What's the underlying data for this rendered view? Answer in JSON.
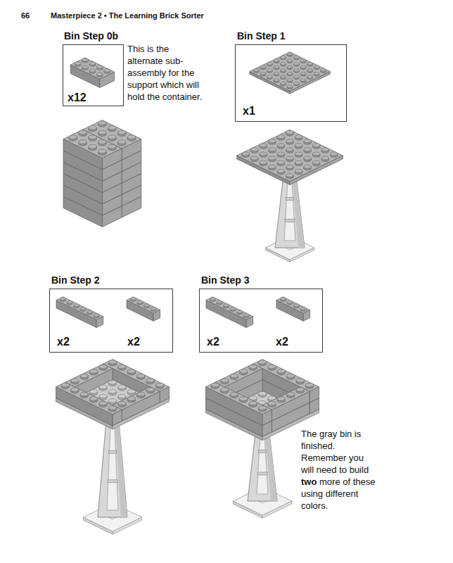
{
  "diagram": {
    "title": "Masterpiece 2 • The Learning Brick Sorter",
    "nodes": [
      {
        "text": [
          "Bin Step 0b",
          "x12"
        ]
      },
      {
        "text": [
          "Bin Step 1",
          "x1"
        ]
      },
      {
        "text": [
          "Bin Step 2",
          "x2",
          "x2"
        ]
      },
      {
        "text": [
          "Bin Step 3",
          "x2",
          "x2"
        ]
      }
    ],
    "labels": [
      "66",
      "This is the alternate sub-assembly for the support which will hold the container.",
      "The gray bin is finished. Remember you will need to build",
      "two",
      "more of these using different colors."
    ]
  }
}
